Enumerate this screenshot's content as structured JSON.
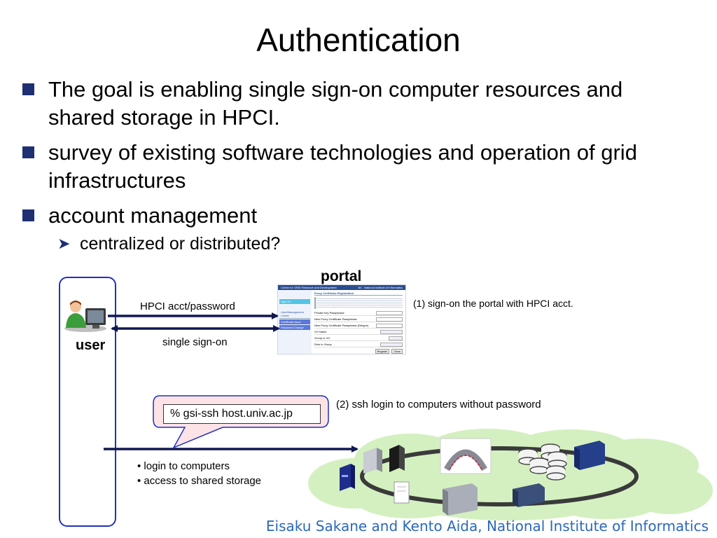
{
  "slide": {
    "title": "Authentication"
  },
  "bullets": [
    {
      "text": "The goal is enabling single sign-on computer resources and shared storage in HPCI."
    },
    {
      "text": "survey of existing software technologies and operation of grid infrastructures"
    },
    {
      "text": "account management"
    }
  ],
  "sub_bullets": [
    {
      "text": "centralized or distributed?"
    }
  ],
  "diagram": {
    "portal_label": "portal",
    "user_label": "user",
    "arrow_top_label": "HPCI acct/password",
    "arrow_bottom_label": "single sign-on",
    "step1": "(1)  sign-on the portal with HPCI acct.",
    "step2": "(2) ssh login to computers without password",
    "command": "% gsi-ssh host.univ.ac.jp",
    "activities": [
      "login to computers",
      "access to shared storage"
    ]
  },
  "portal_screenshot": {
    "header_left": "Center for GRID Research and Development",
    "header_right": "NII - National Institute of Informatics",
    "page_heading": "Proxy Certificate Registration",
    "menu": [
      "Sign On",
      "User/Management Center",
      "Certificate Issue",
      "Password Change"
    ],
    "fields": [
      "Private Key Passphrase",
      "New Proxy Certificate Passphrase",
      "New Proxy Certificate Passphrase (Retype)",
      "VO Name",
      "Group in VO",
      "Role in Group"
    ],
    "buttons": [
      "Register",
      "Clear"
    ]
  },
  "footer": {
    "credit": "Eisaku Sakane and Kento Aida, National Institute of Informatics"
  },
  "colors": {
    "bullet": "#1f2f73",
    "footer": "#2b68b9",
    "user_box": "#2030c0",
    "bubble_fill": "#fde3e6",
    "cloud_fill": "#d4f0c0",
    "arrow": "#101850"
  }
}
